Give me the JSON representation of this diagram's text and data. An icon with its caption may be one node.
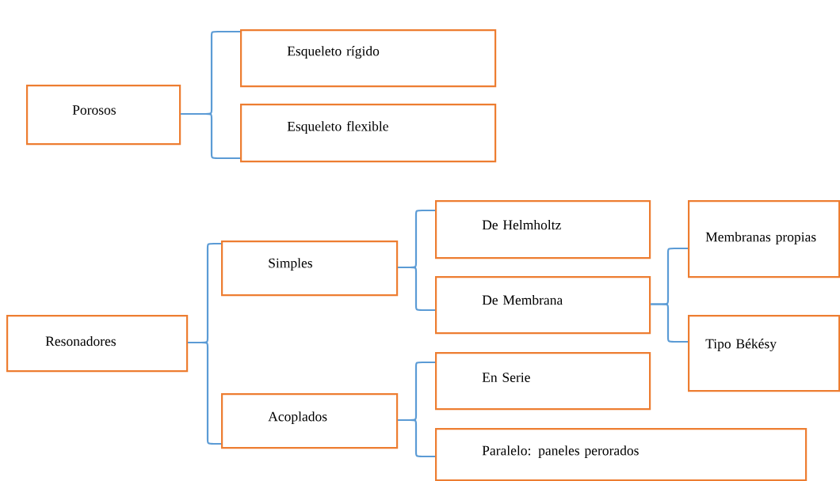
{
  "diagram": {
    "nodes": [
      {
        "text": [
          "Porosos"
        ]
      },
      {
        "text": [
          "Esqueleto rígido"
        ]
      },
      {
        "text": [
          "Esqueleto flexible"
        ]
      },
      {
        "text": [
          "Resonadores"
        ]
      },
      {
        "text": [
          "Simples"
        ]
      },
      {
        "text": [
          "Acoplados"
        ]
      },
      {
        "text": [
          "De Helmholtz"
        ]
      },
      {
        "text": [
          "De Membrana"
        ]
      },
      {
        "text": [
          "Membranas propias"
        ]
      },
      {
        "text": [
          "Tipo Békésy"
        ]
      },
      {
        "text": [
          "En Serie"
        ]
      },
      {
        "text": [
          "Paralelo: paneles perorados"
        ]
      }
    ],
    "edges": [
      {
        "from": 0,
        "to": 1,
        "arrow": "none"
      },
      {
        "from": 0,
        "to": 2,
        "arrow": "none"
      },
      {
        "from": 3,
        "to": 4,
        "arrow": "none"
      },
      {
        "from": 3,
        "to": 5,
        "arrow": "none"
      },
      {
        "from": 4,
        "to": 6,
        "arrow": "none"
      },
      {
        "from": 4,
        "to": 7,
        "arrow": "none"
      },
      {
        "from": 7,
        "to": 8,
        "arrow": "none"
      },
      {
        "from": 7,
        "to": 9,
        "arrow": "none"
      },
      {
        "from": 5,
        "to": 10,
        "arrow": "none"
      },
      {
        "from": 5,
        "to": 11,
        "arrow": "none"
      }
    ]
  }
}
